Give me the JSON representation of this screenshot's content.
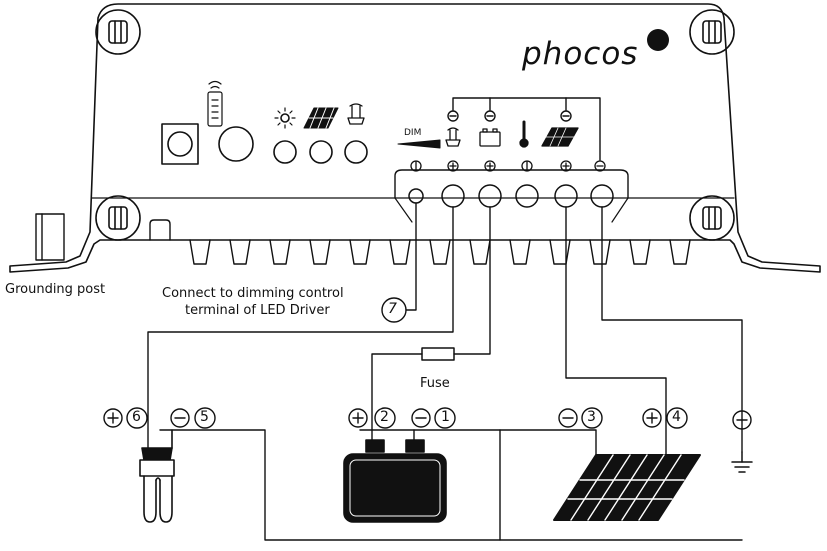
{
  "brand": "phocos",
  "labels": {
    "grounding_post": "Grounding post",
    "dimming_line1": "Connect to dimming control",
    "dimming_line2": "terminal of LED Driver",
    "fuse": "Fuse",
    "dim": "DIM"
  },
  "terminals": {
    "dimming": "7",
    "load_plus": "6",
    "load_minus": "5",
    "battery_plus": "2",
    "battery_minus": "1",
    "panel_minus": "3",
    "panel_plus": "4"
  },
  "symbols": {
    "plus": "+",
    "minus": "−"
  }
}
